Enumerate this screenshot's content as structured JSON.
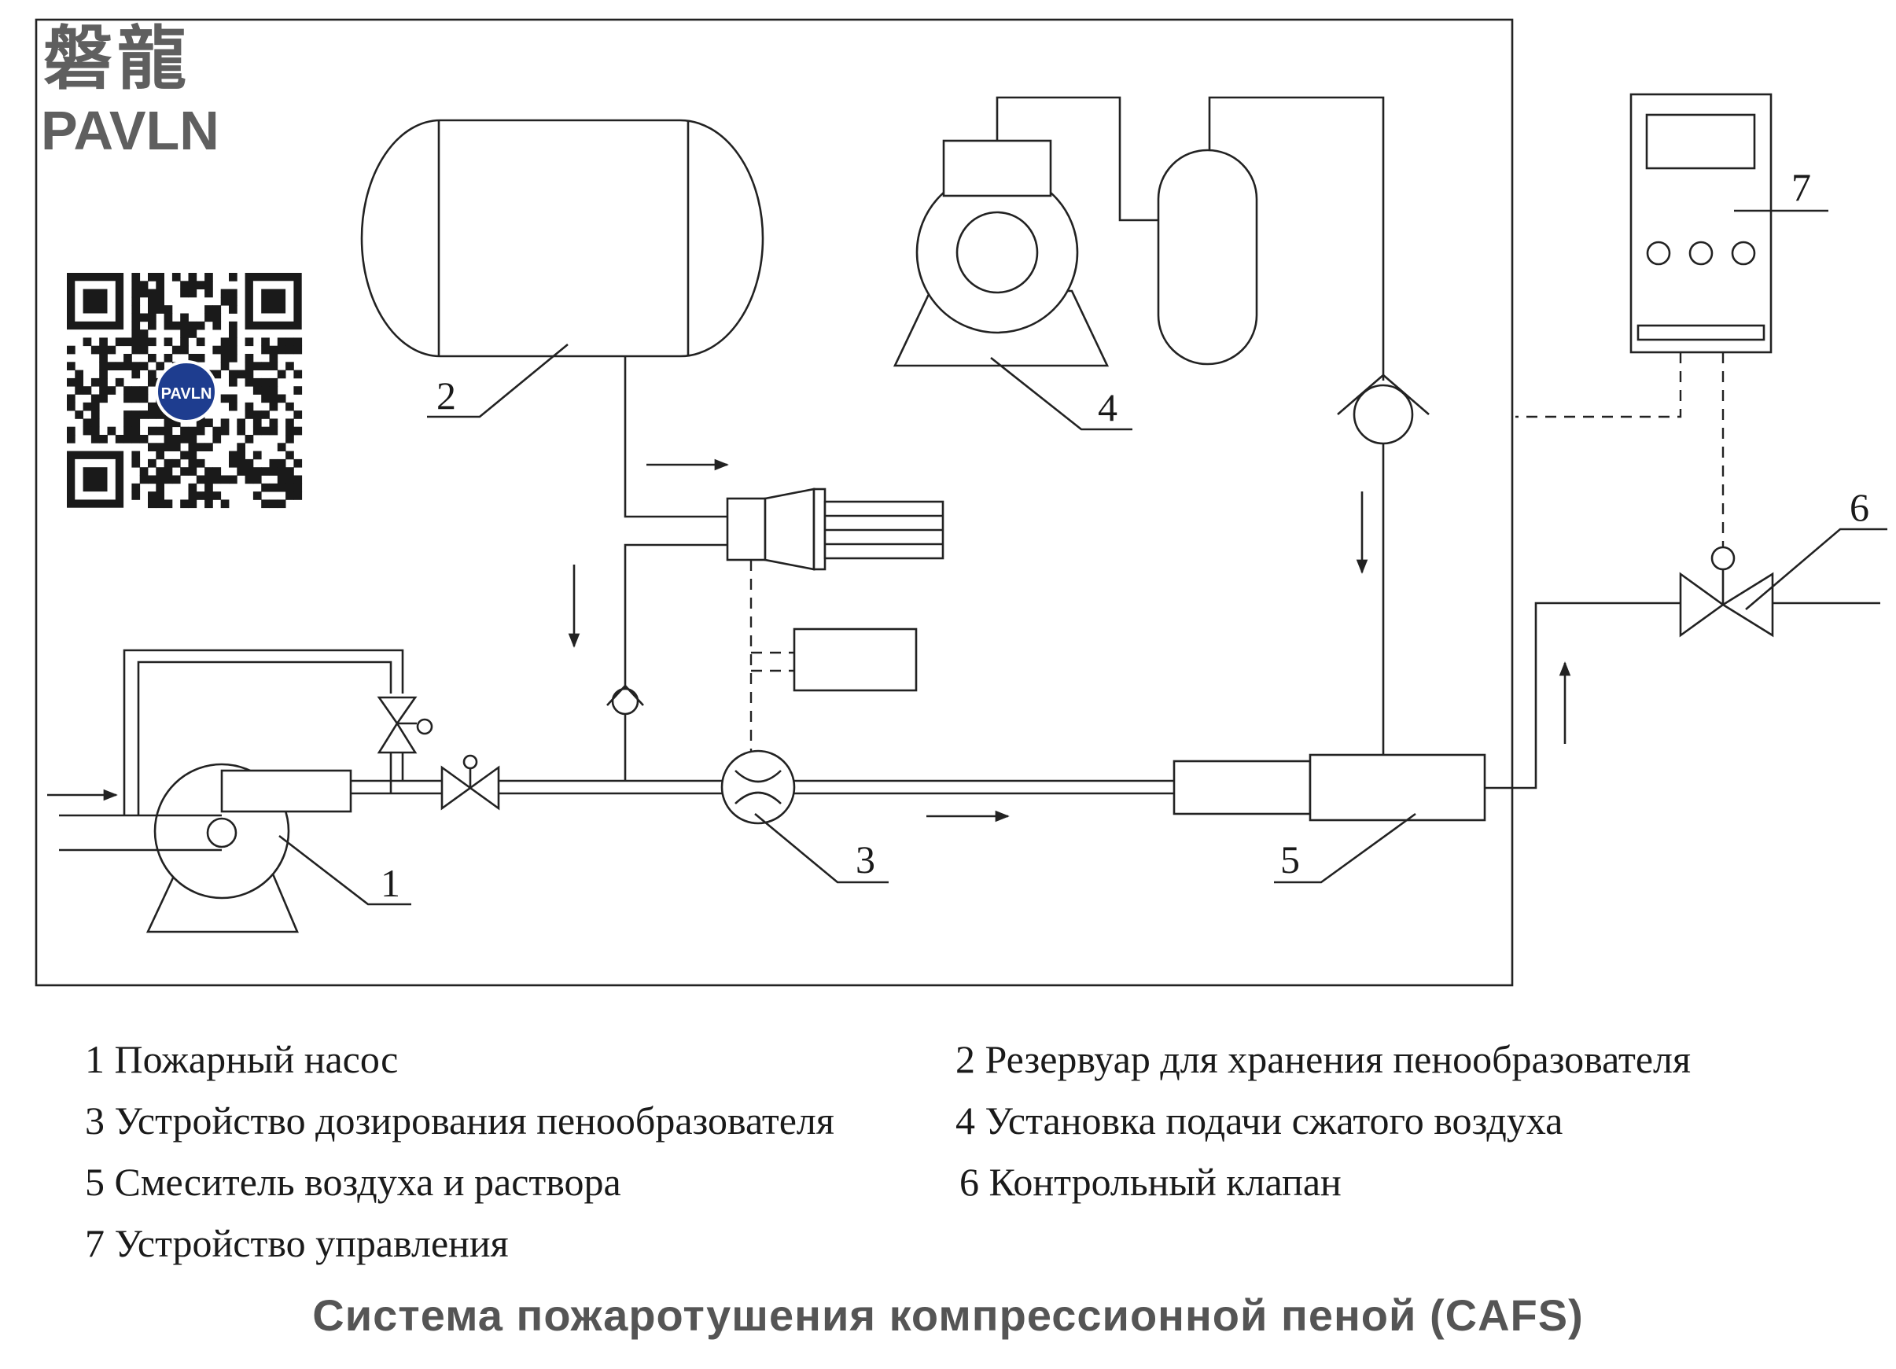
{
  "logo": {
    "chinese": "磐龍",
    "latin": "PAVLN",
    "badge": "PAVLN",
    "colors": {
      "text": "#5f5f5f",
      "badge": "#1e3d8f"
    }
  },
  "qr_icon": "qr-code",
  "callouts": [
    "1",
    "2",
    "3",
    "4",
    "5",
    "6",
    "7"
  ],
  "legend": [
    {
      "num": "1",
      "text": "Пожарный насос"
    },
    {
      "num": "2",
      "text": "Резервуар для хранения пенообразователя"
    },
    {
      "num": "3",
      "text": "Устройство дозирования пенообразователя"
    },
    {
      "num": "4",
      "text": "Установка подачи сжатого воздуха"
    },
    {
      "num": "5",
      "text": "Смеситель воздуха и раствора"
    },
    {
      "num": "6",
      "text": "Контрольный клапан"
    },
    {
      "num": "7",
      "text": "Устройство управления"
    }
  ],
  "title": "Система пожаротушения компрессионной пеной (CAFS)"
}
